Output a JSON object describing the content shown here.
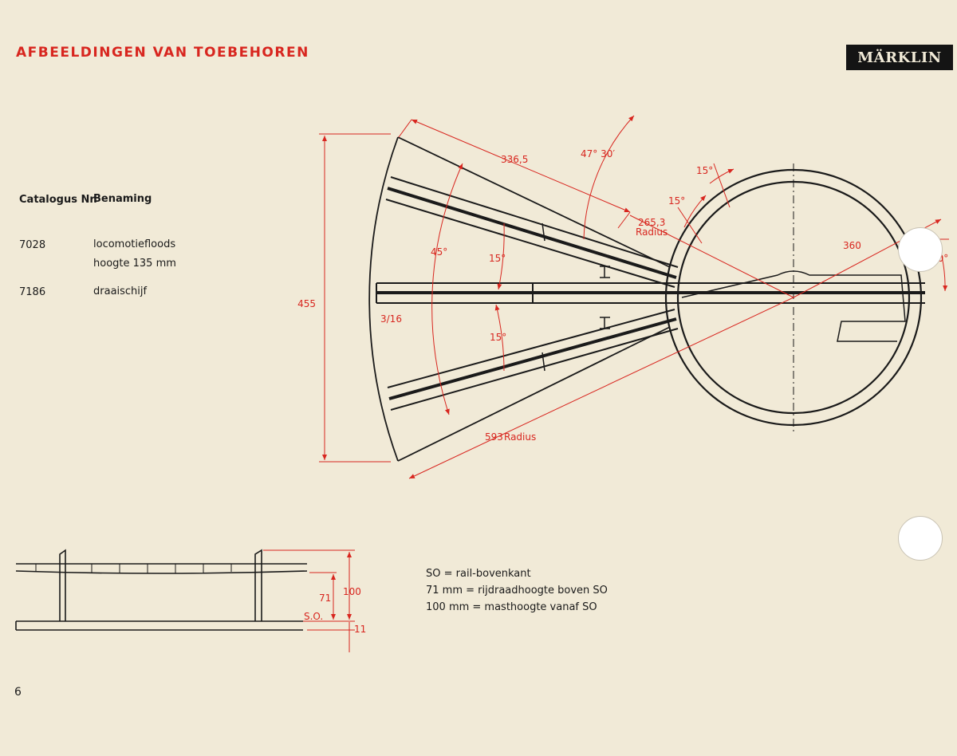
{
  "header": {
    "title": "AFBEELDINGEN VAN TOEBEHOREN",
    "brand": "MÄRKLIN"
  },
  "table": {
    "col_nr": "Catalogus Nr.",
    "col_name": "Benaming",
    "rows": [
      {
        "nr": "7028",
        "name_line1": "locomotiefloods",
        "name_line2": "hoogte 135 mm"
      },
      {
        "nr": "7186",
        "name_line1": "draaischijf",
        "name_line2": ""
      }
    ]
  },
  "turntable_drawing": {
    "dim_455": "455",
    "dim_336_5": "336,5",
    "dim_47_30": "47° 30′",
    "dim_265_3": "265,3",
    "dim_radius_1": "Radius",
    "dim_15a": "15°",
    "dim_15b": "15°",
    "dim_360": "360",
    "dim_30": "30°",
    "dim_45": "45°",
    "dim_15c": "15°",
    "dim_15d": "15°",
    "dim_3_16": "3/16",
    "dim_593": "593",
    "dim_radius_2": "Radius"
  },
  "catenary_drawing": {
    "dim_100": "100",
    "dim_71": "71",
    "dim_so": "S.O.",
    "dim_11": "11"
  },
  "legend": {
    "line1": "SO = rail-bovenkant",
    "line2": "71 mm = rijdraadhoogte boven SO",
    "line3": "100 mm = masthoogte vanaf SO"
  },
  "footer": {
    "page_number": "6"
  },
  "colors": {
    "accent": "#d8261f",
    "ink": "#1a1a1a",
    "paper": "#f1ead7"
  }
}
